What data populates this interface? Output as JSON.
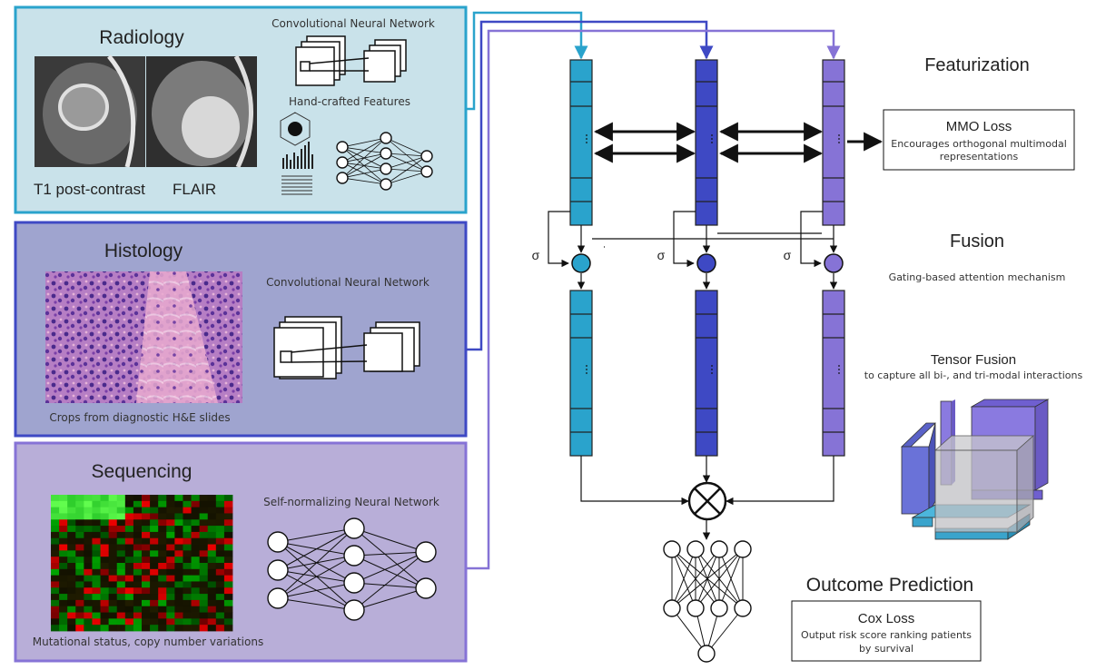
{
  "panels": {
    "radiology": {
      "title": "Radiology",
      "cnn_label": "Convolutional Neural Network",
      "handcrafted_label": "Hand-crafted Features",
      "image_labels": [
        "T1 post-contrast",
        "FLAIR"
      ]
    },
    "histology": {
      "title": "Histology",
      "cnn_label": "Convolutional Neural Network",
      "caption": "Crops from diagnostic H&E slides"
    },
    "sequencing": {
      "title": "Sequencing",
      "snn_label": "Self-normalizing Neural Network",
      "caption": "Mutational status, copy number variations"
    }
  },
  "stages": {
    "featurization": "Featurization",
    "fusion": "Fusion",
    "fusion_desc": "Gating-based attention mechanism",
    "tensor_title": "Tensor Fusion",
    "tensor_desc": "to capture all bi-, and tri-modal interactions",
    "outcome": "Outcome Prediction"
  },
  "mmo_box": {
    "title": "MMO Loss",
    "lines": [
      "Encourages orthogonal multimodal",
      "representations"
    ]
  },
  "cox_box": {
    "title": "Cox Loss",
    "lines": [
      "Output risk score ranking patients",
      "by survival"
    ]
  },
  "sigma": "σ",
  "colors": {
    "radiology": "#2aa3cc",
    "histology": "#3e49c4",
    "sequencing": "#8673d6",
    "radiology_panel_bg": "#c9e2ea",
    "histology_panel_bg": "#9fa4cf",
    "sequencing_panel_bg": "#b8aed8"
  }
}
